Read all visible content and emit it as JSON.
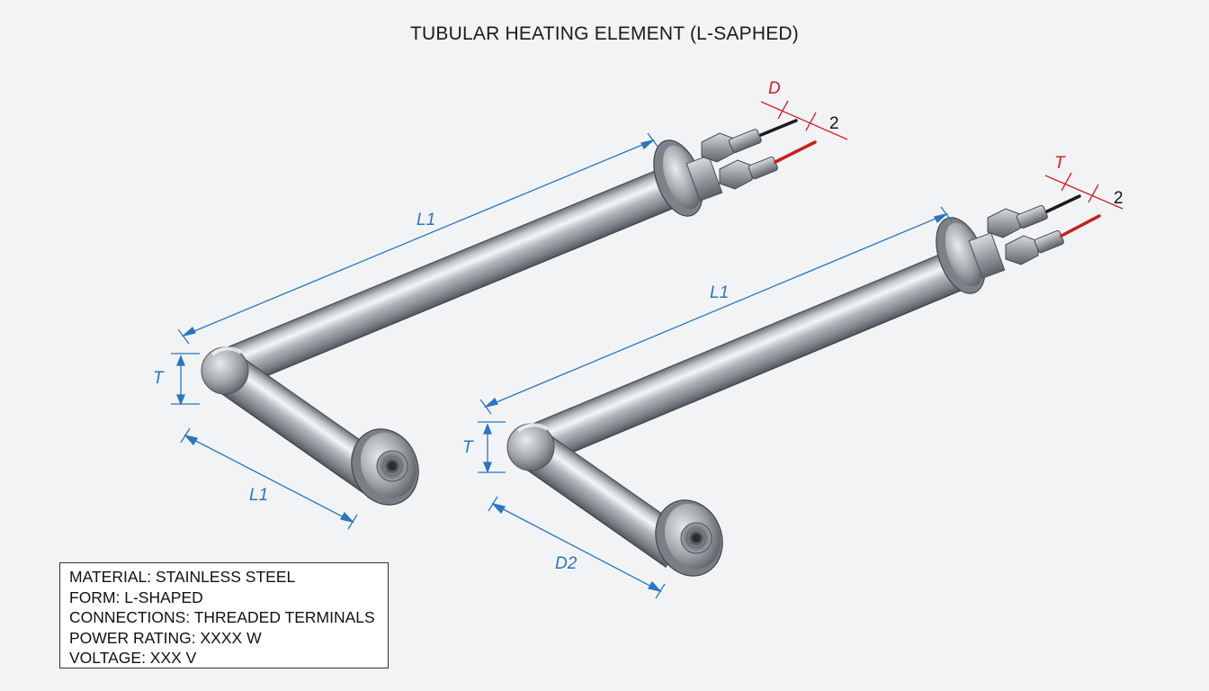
{
  "title": "TUBULAR HEATING ELEMENT (L-SAPHED)",
  "specs": {
    "material": "MATERIAL: STAINLESS STEEL",
    "form": "FORM: L-SHAPED",
    "connections": "CONNECTIONS: THREADED TERMINALS",
    "power": "POWER RATING: XXXX W",
    "voltage": "VOLTAGE: XXX V"
  },
  "element_left": {
    "dim_long": "L1",
    "dim_short": "L1",
    "dim_thickness": "T",
    "dim_terminal": "D",
    "dim_terminal_count": "2"
  },
  "element_right": {
    "dim_long": "L1",
    "dim_short": "D2",
    "dim_thickness": "T",
    "dim_terminal": "T",
    "dim_terminal_count": "2"
  },
  "colors": {
    "dimension_blue": "#2a76c0",
    "dimension_red": "#d2202a",
    "steel_mid": "#a9adb2",
    "steel_dark": "#5e6268",
    "wire_red": "#c61f1f",
    "wire_black": "#1b1b1b"
  }
}
